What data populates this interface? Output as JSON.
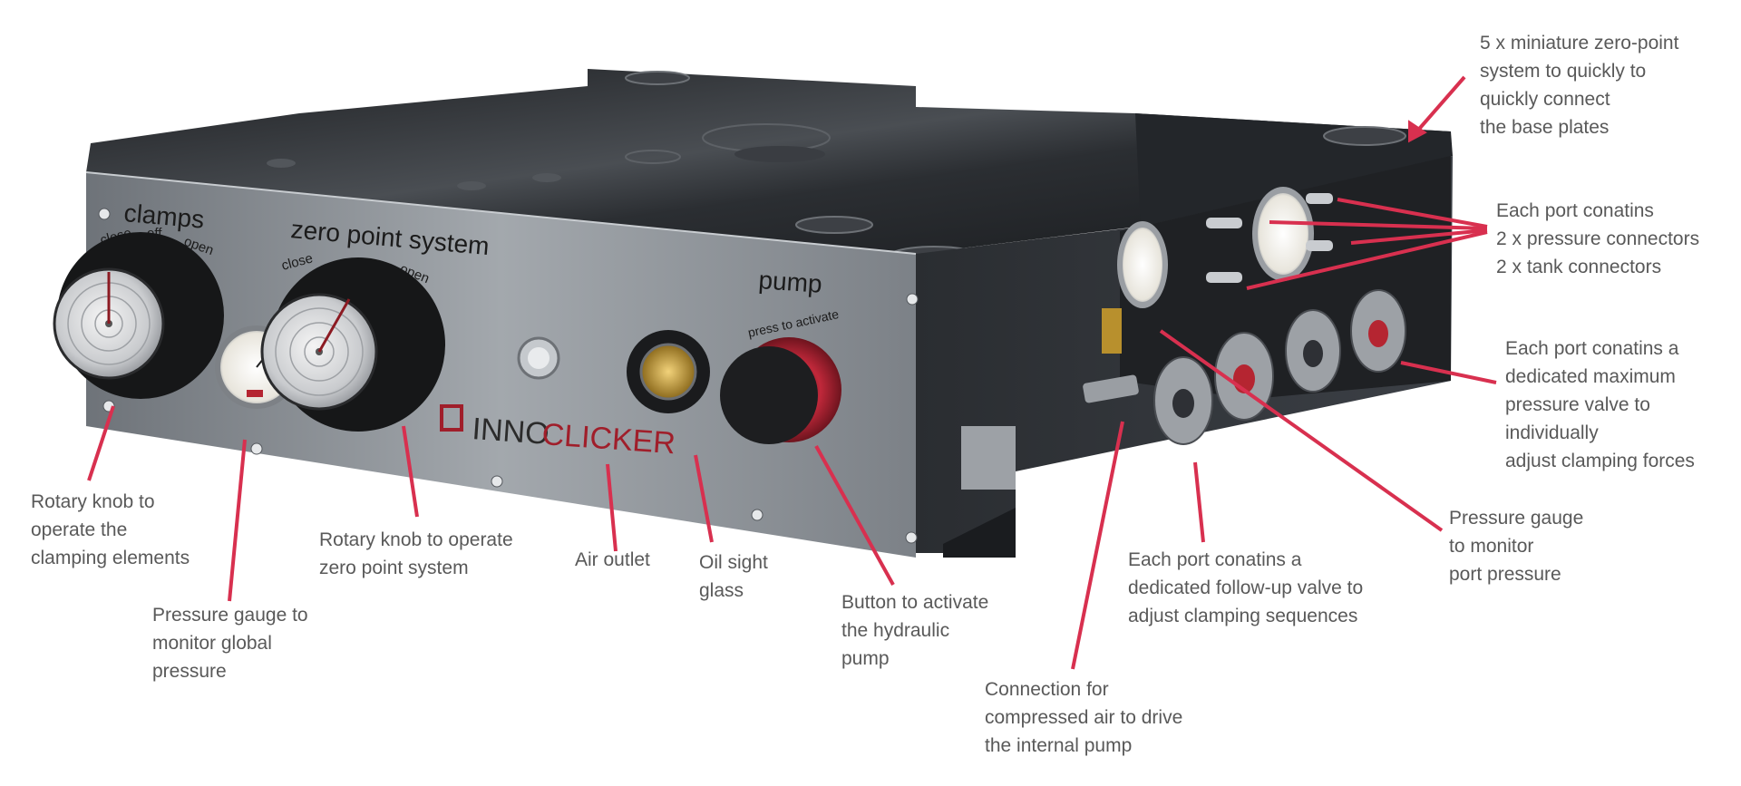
{
  "colors": {
    "accent": "#d8304f",
    "callout_text": "#595959",
    "panel": "#8a8f95",
    "top": "#2e3135",
    "brand_red": "#a01e2a"
  },
  "panel": {
    "label_clamps": "clamps",
    "label_zero": "zero point system",
    "label_pump": "pump",
    "dial_close": "close",
    "dial_off": "off",
    "dial_open": "open",
    "press_to_activate": "press to activate",
    "brand_inno": "INNO",
    "brand_clicker": "CLICKER"
  },
  "callouts": {
    "zero_point_miniature": "5 x miniature zero-point\nsystem to quickly to\nquickly connect\nthe base plates",
    "port_connectors": "Each port conatins\n2 x pressure connectors\n2 x tank connectors",
    "max_pressure_valve": "Each port conatins a\ndedicated maximum\npressure valve to\nindividually\nadjust clamping forces",
    "port_pressure_gauge": "Pressure gauge\nto monitor\nport pressure",
    "follow_up_valve": "Each port conatins a\ndedicated follow-up valve to\nadjust clamping sequences",
    "compressed_air": "Connection for\ncompressed air to drive\nthe internal pump",
    "hydraulic_button": "Button to activate\nthe hydraulic\npump",
    "oil_sight_glass": "Oil sight\nglass",
    "air_outlet": "Air outlet",
    "zero_knob": "Rotary knob to operate\nzero point system",
    "global_gauge": "Pressure gauge to\nmonitor global\npressure",
    "clamp_knob": "Rotary knob to\noperate the\nclamping elements"
  }
}
